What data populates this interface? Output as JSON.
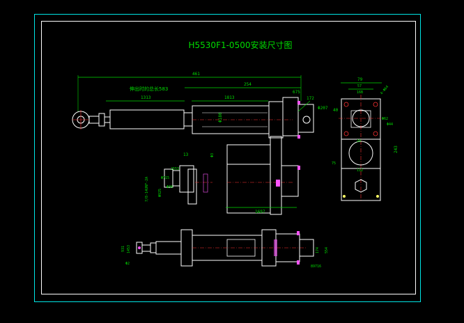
{
  "title": "H5530F1-0500安装尺寸图",
  "colors": {
    "frame": "#00e5e5",
    "part": "#ffffff",
    "dim": "#00dd00",
    "center": "#ff3333",
    "detail": "#ff55ff",
    "bolt": "#ffff66"
  },
  "top_view": {
    "dim_total": "461",
    "dim_stroke": "254",
    "dim_extended": "伸出时的总长583",
    "dim_rod": "1313",
    "dim_body": "1813",
    "dim_flange": "675",
    "dim_flange_b": "172",
    "dim_tube": "Φ180",
    "dim_pin": "Φ207",
    "dim_pin2": "40"
  },
  "mid_view": {
    "dim_top": "13",
    "dim_side": "Φ3",
    "dim_base": "1697",
    "dim_plate": "2553",
    "dim_bore": "7/8-14UNF-2A",
    "dim_rod_end": "Φ715",
    "dim_nut": "Φ925",
    "dim_width": "Φ30"
  },
  "end_view": {
    "dim_width": "79",
    "dim_inner": "57",
    "dim_hole": "16B",
    "dim_bolt": "4-Φ64",
    "dim_center": "Φ62",
    "dim_center2": "Φ44",
    "dim_height": "243",
    "dim_mid": "20",
    "dim_mid2": "75",
    "dim_plate": "112"
  },
  "bottom_view": {
    "dim_a": "931",
    "dim_b": "1453",
    "dim_c": "Φ2",
    "dim_d": "174",
    "dim_e": "554",
    "dim_f": "89716"
  }
}
